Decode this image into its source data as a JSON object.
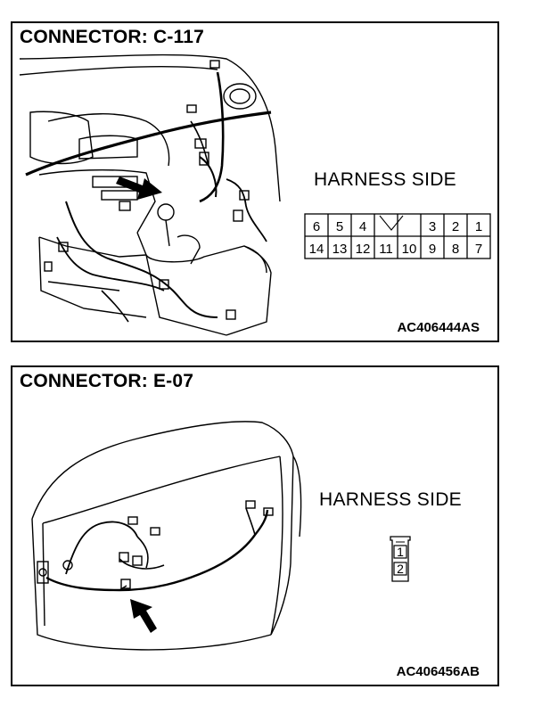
{
  "panels": [
    {
      "title": "CONNECTOR: C-117",
      "harness_label": "HARNESS SIDE",
      "code": "AC406444AS",
      "pins_top": [
        "6",
        "5",
        "4",
        "",
        "3",
        "2",
        "1"
      ],
      "pins_bottom": [
        "14",
        "13",
        "12",
        "11",
        "10",
        "9",
        "8",
        "7"
      ]
    },
    {
      "title": "CONNECTOR: E-07",
      "harness_label": "HARNESS SIDE",
      "code": "AC406456AB",
      "pins": [
        "1",
        "2"
      ]
    }
  ]
}
